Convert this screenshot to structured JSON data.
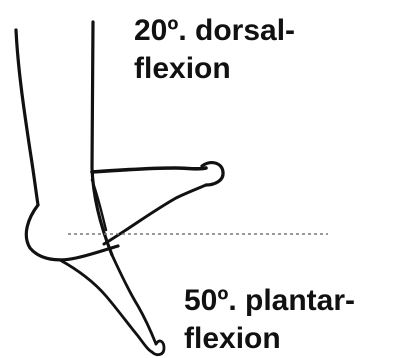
{
  "labels": {
    "dorsal": {
      "line1": "20º. dorsal-",
      "line2": "flexion"
    },
    "plantar": {
      "line1": "50º. plantar-",
      "line2": "flexion"
    }
  },
  "colors": {
    "outline": "#111111",
    "reference_line": "#777777",
    "background": "#ffffff"
  }
}
